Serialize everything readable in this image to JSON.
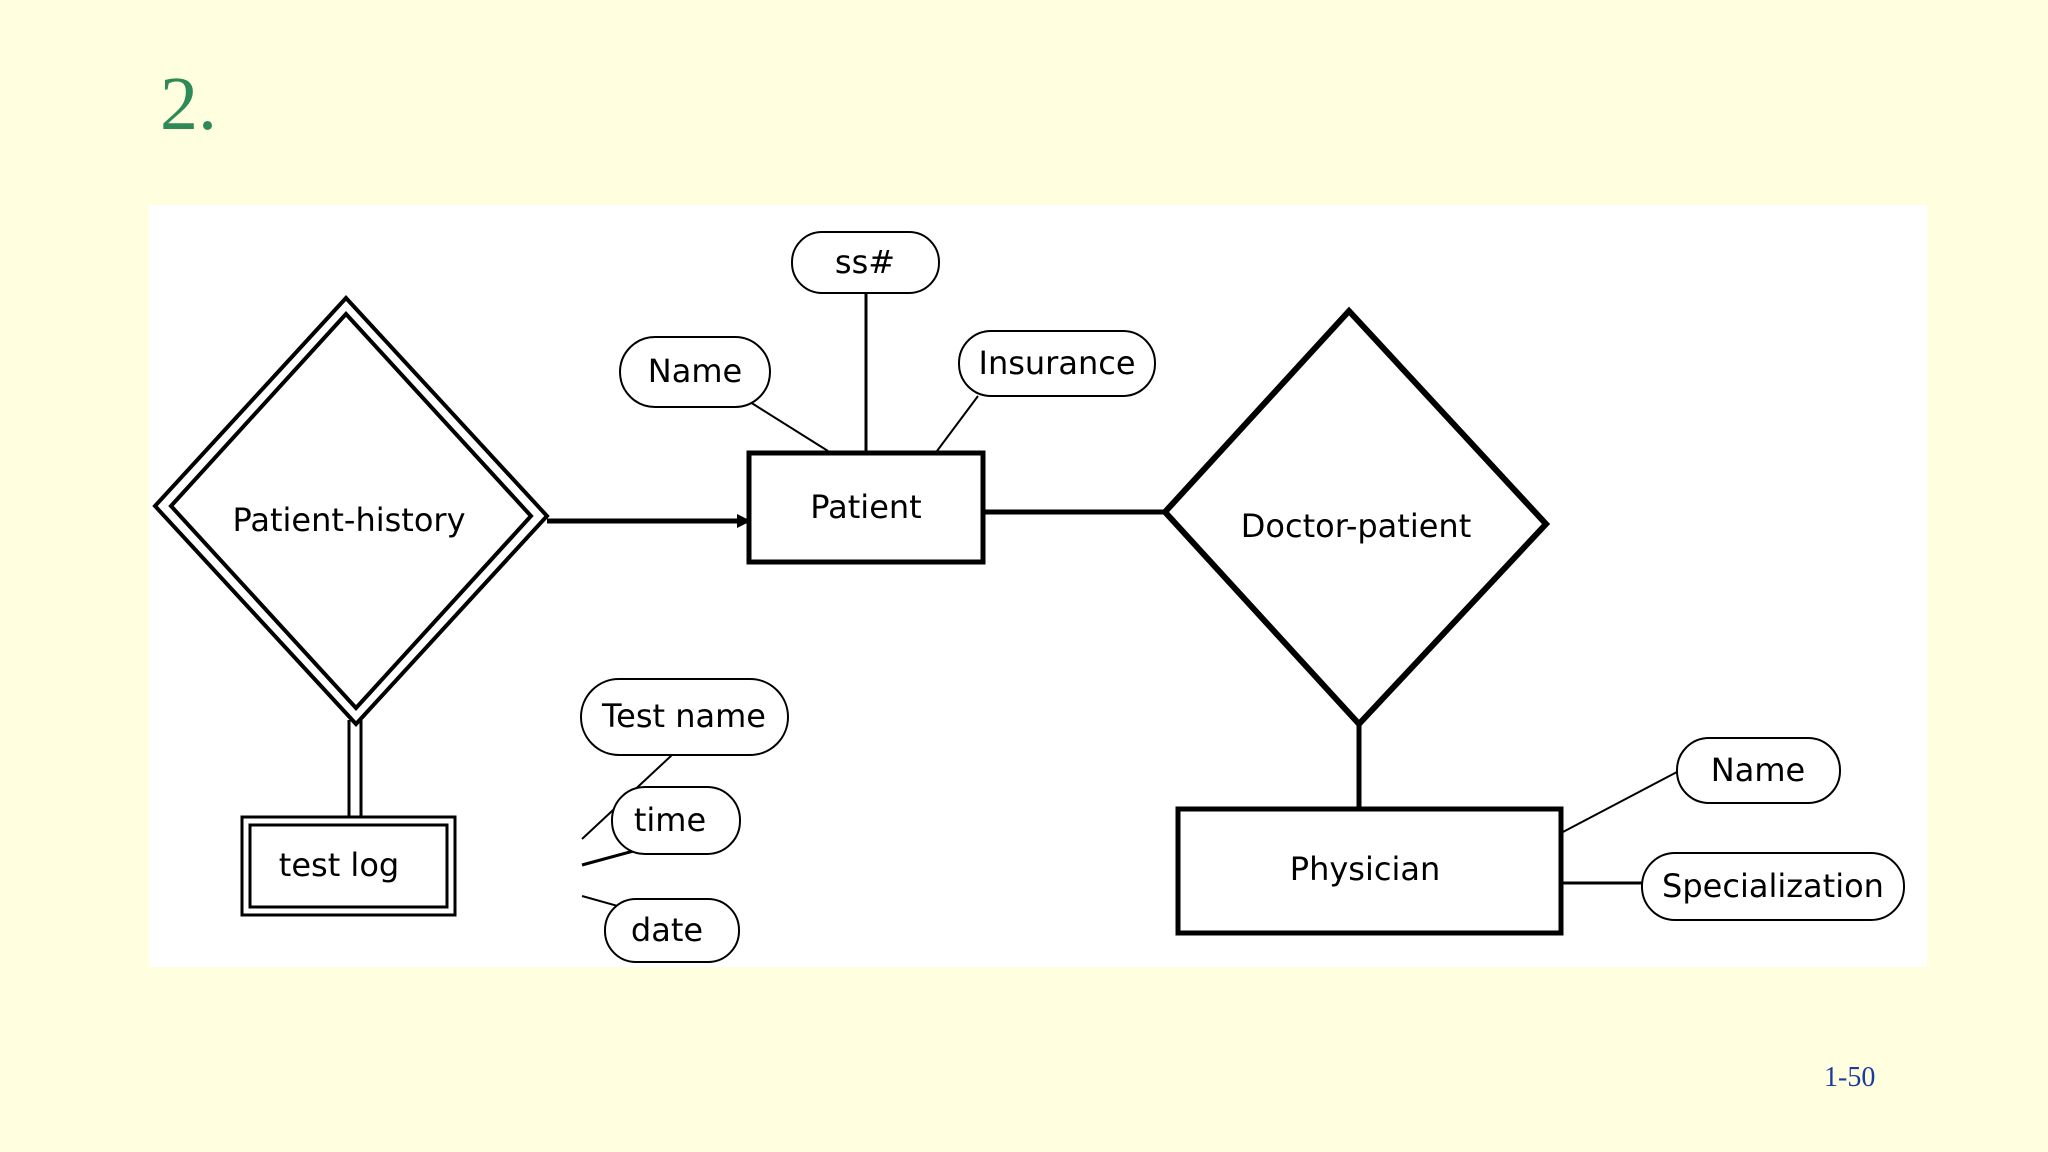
{
  "slide": {
    "title": "2.",
    "number": "1-50"
  },
  "diagram": {
    "relationships": {
      "patient_history": "Patient-history",
      "doctor_patient": "Doctor-patient"
    },
    "entities": {
      "patient": "Patient",
      "physician": "Physician",
      "test_log": "test log"
    },
    "attributes": {
      "ssn": "ss#",
      "patient_name": "Name",
      "insurance": "Insurance",
      "test_name": "Test name",
      "time": "time",
      "date": "date",
      "physician_name": "Name",
      "specialization": "Specialization"
    }
  }
}
